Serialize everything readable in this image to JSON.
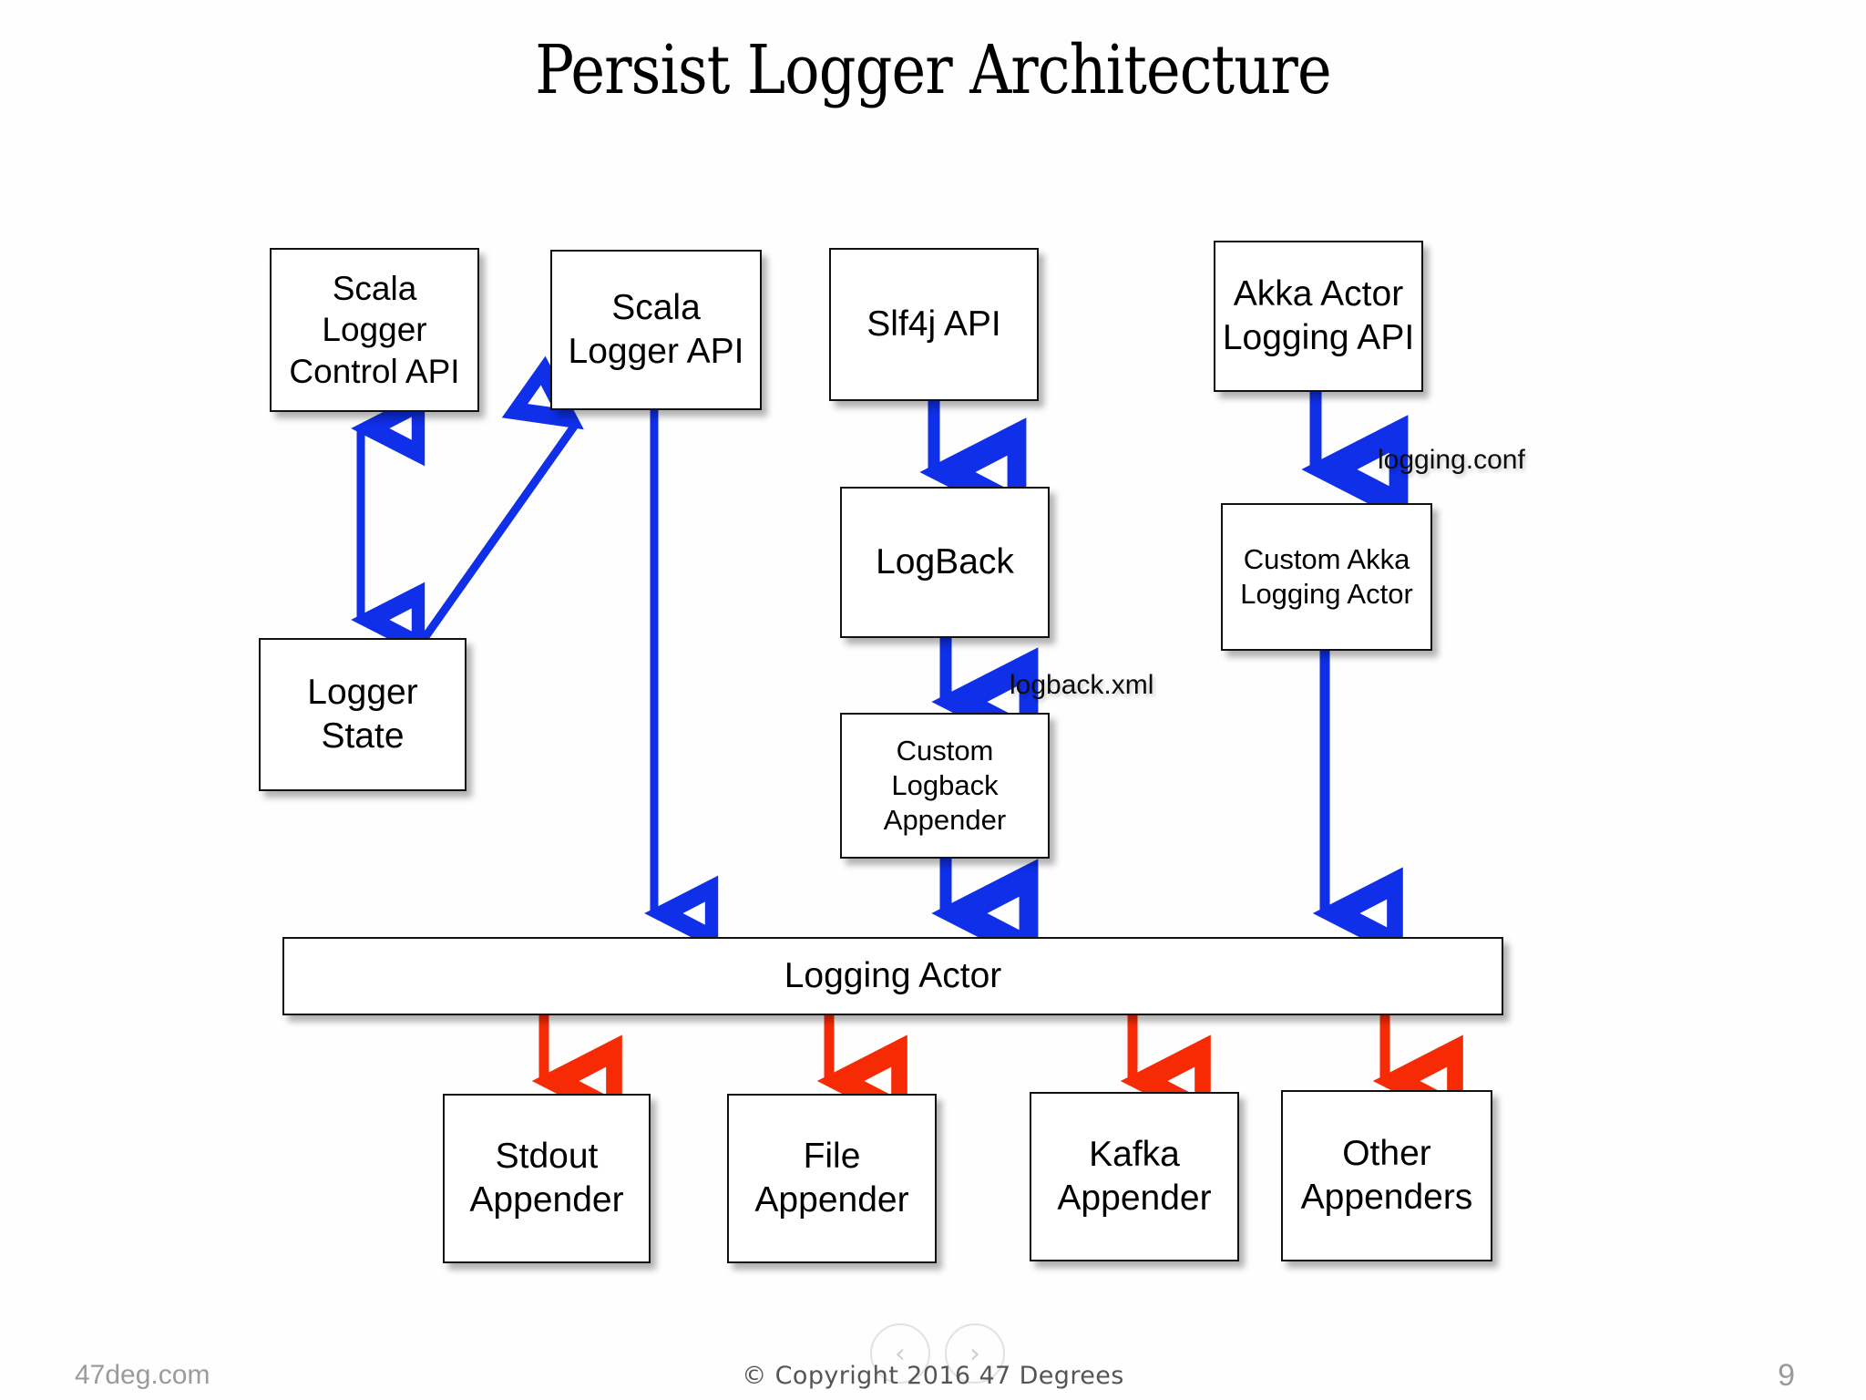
{
  "slide": {
    "title": "Persist Logger Architecture",
    "page_number": "9",
    "background_color": "#ffffff"
  },
  "colors": {
    "box_border": "#111111",
    "box_fill": "#ffffff",
    "blue_arrow": "#0F2FE8",
    "red_arrow": "#F62B06",
    "text": "#000000",
    "footer_text": "#9b9b9b"
  },
  "diagram": {
    "nodes": [
      {
        "id": "scala-logger-control-api",
        "label": "Scala\nLogger\nControl API"
      },
      {
        "id": "scala-logger-api",
        "label": "Scala\nLogger API"
      },
      {
        "id": "slf4j-api",
        "label": "Slf4j API"
      },
      {
        "id": "akka-actor-logging-api",
        "label": "Akka Actor\nLogging API"
      },
      {
        "id": "logger-state",
        "label": "Logger\nState"
      },
      {
        "id": "logback",
        "label": "LogBack"
      },
      {
        "id": "custom-akka-logging-actor",
        "label": "Custom Akka\nLogging Actor"
      },
      {
        "id": "custom-logback-appender",
        "label": "Custom\nLogback\nAppender"
      },
      {
        "id": "logging-actor",
        "label": "Logging Actor"
      },
      {
        "id": "stdout-appender",
        "label": "Stdout\nAppender"
      },
      {
        "id": "file-appender",
        "label": "File\nAppender"
      },
      {
        "id": "kafka-appender",
        "label": "Kafka\nAppender"
      },
      {
        "id": "other-appenders",
        "label": "Other\nAppenders"
      }
    ],
    "annotations": [
      {
        "id": "logging-conf",
        "label": "logging.conf"
      },
      {
        "id": "logback-xml",
        "label": "logback.xml"
      }
    ],
    "edges": [
      {
        "id": "edge-control-api-state",
        "from": "scala-logger-control-api",
        "to": "logger-state",
        "color": "#0F2FE8",
        "style": "double"
      },
      {
        "id": "edge-state-scala-logger-api",
        "from": "logger-state",
        "to": "scala-logger-api",
        "color": "#0F2FE8",
        "style": "single"
      },
      {
        "id": "edge-scala-logger-api-actor",
        "from": "scala-logger-api",
        "to": "logging-actor",
        "color": "#0F2FE8",
        "style": "single"
      },
      {
        "id": "edge-slf4j-logback",
        "from": "slf4j-api",
        "to": "logback",
        "color": "#0F2FE8",
        "style": "single"
      },
      {
        "id": "edge-logback-custom-appender",
        "from": "logback",
        "to": "custom-logback-appender",
        "color": "#0F2FE8",
        "style": "single"
      },
      {
        "id": "edge-custom-appender-actor",
        "from": "custom-logback-appender",
        "to": "logging-actor",
        "color": "#0F2FE8",
        "style": "single"
      },
      {
        "id": "edge-akka-api-custom-actor",
        "from": "akka-actor-logging-api",
        "to": "custom-akka-logging-actor",
        "color": "#0F2FE8",
        "style": "single"
      },
      {
        "id": "edge-custom-actor-logging-actor",
        "from": "custom-akka-logging-actor",
        "to": "logging-actor",
        "color": "#0F2FE8",
        "style": "single"
      },
      {
        "id": "edge-actor-stdout",
        "from": "logging-actor",
        "to": "stdout-appender",
        "color": "#F62B06",
        "style": "single"
      },
      {
        "id": "edge-actor-file",
        "from": "logging-actor",
        "to": "file-appender",
        "color": "#F62B06",
        "style": "single"
      },
      {
        "id": "edge-actor-kafka",
        "from": "logging-actor",
        "to": "kafka-appender",
        "color": "#F62B06",
        "style": "single"
      },
      {
        "id": "edge-actor-other",
        "from": "logging-actor",
        "to": "other-appenders",
        "color": "#F62B06",
        "style": "single"
      }
    ]
  },
  "footer": {
    "brand": "47deg.com",
    "copyright": "© Copyright 2016  47 Degrees",
    "page": "9",
    "prev_icon": "‹",
    "next_icon": "›"
  }
}
